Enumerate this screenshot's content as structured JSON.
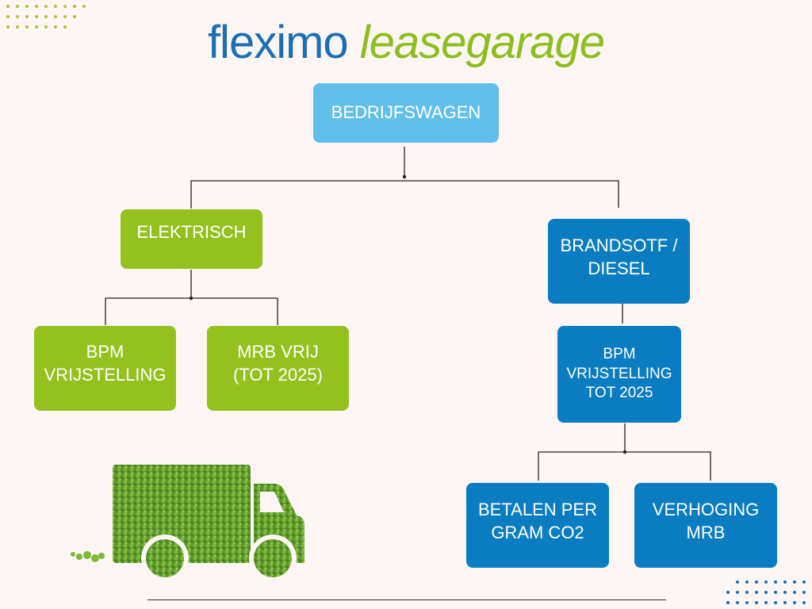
{
  "logo": {
    "brand": "fleximo",
    "sub": "leasegarage"
  },
  "nodes": {
    "root": "BEDRIJFSWAGEN",
    "electric": "ELEKTRISCH",
    "fuel": "BRANDSOTF /\nDIESEL",
    "bpm_exempt": "BPM\nVRIJSTELLING",
    "mrb_free": "MRB VRIJ\n(TOT 2025)",
    "bpm_exempt_2025": "BPM\nVRIJSTELLING\nTOT 2025",
    "pay_co2": "BETALEN PER\nGRAM CO2",
    "mrb_increase": "VERHOGING\nMRB"
  },
  "colors": {
    "light_blue": "#62bfec",
    "green": "#95c11f",
    "blue": "#0a7dc2",
    "background": "#fdf6f4"
  },
  "illustration": {
    "icon": "green-truck-icon"
  }
}
